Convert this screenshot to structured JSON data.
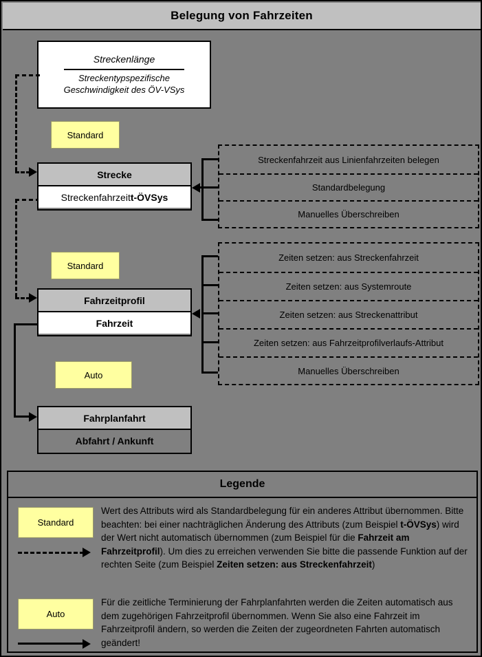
{
  "title": "Belegung von Fahrzeiten",
  "formula": {
    "numerator": "Streckenlänge",
    "denominator_line1": "Streckentypspezifische",
    "denominator_line2": "Geschwindigkeit des ÖV-VSys"
  },
  "chips": {
    "standard_1": "Standard",
    "standard_2": "Standard",
    "auto_1": "Auto"
  },
  "entities": [
    {
      "header": "Strecke",
      "attribute_plain": "Streckenfahrzeit ",
      "attribute_bold": "t-ÖVSys"
    },
    {
      "header": "Fahrzeitprofil",
      "attribute": "Fahrzeit"
    },
    {
      "header": "Fahrplanfahrt",
      "attribute": "Abfahrt / Ankunft"
    }
  ],
  "option_groups": [
    {
      "options": [
        "Streckenfahrzeit aus Linienfahrzeiten belegen",
        "Standardbelegung",
        "Manuelles Überschreiben"
      ]
    },
    {
      "options": [
        "Zeiten setzen: aus Streckenfahrzeit",
        "Zeiten setzen: aus Systemroute",
        "Zeiten setzen: aus Streckenattribut",
        "Zeiten setzen: aus Fahrzeitprofilverlaufs-Attribut",
        "Manuelles Überschreiben"
      ]
    }
  ],
  "legend": {
    "title": "Legende",
    "entry_standard": {
      "chip": "Standard",
      "text_1": "Wert des Attributs wird als Standardbelegung für ein anderes Attribut übernommen. Bitte beachten: bei einer nachträglichen Änderung des Attributs (zum Beispiel ",
      "bold_1": "t-ÖVSys",
      "text_2": ") wird der Wert nicht automatisch übernommen (zum Beispiel für die ",
      "bold_2": "Fahrzeit am Fahrzeitprofil",
      "text_3": "). Um dies zu erreichen verwenden Sie bitte die passende Funktion auf der rechten Seite (zum Beispiel ",
      "bold_3": "Zeiten setzen: aus Streckenfahrzeit",
      "text_4": ")"
    },
    "entry_auto": {
      "chip": "Auto",
      "text_1": "Für die zeitliche Terminierung der Fahrplanfahrten werden die Zeiten automatisch aus dem zugehörigen Fahrzeitprofil übernommen. Wenn Sie also eine Fahrzeit im Fahrzeitprofil ändern, so werden die Zeiten der zugeordneten Fahrten automatisch geändert!"
    }
  },
  "colors": {
    "background": "#808080",
    "header_gray": "#c0c0c0",
    "chip_yellow": "#ffffa0",
    "attribute_white": "#ffffff",
    "line": "#000000"
  }
}
